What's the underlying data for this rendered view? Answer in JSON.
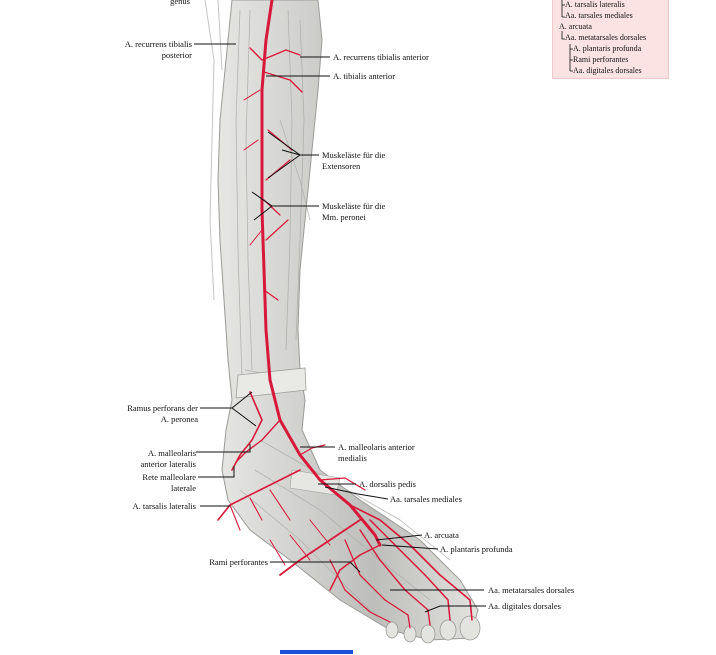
{
  "labels": {
    "genus_fragment": "genus",
    "recurrens_post": [
      "A. recurrens tibialis",
      "posterior"
    ],
    "recurrens_ant": "A. recurrens tibialis anterior",
    "tibialis_ant": "A. tibialis anterior",
    "extensoren": [
      "Muskeläste für die",
      "Extensoren"
    ],
    "peronei": [
      "Muskeläste für die",
      "Mm. peronei"
    ],
    "ramus_perforans": [
      "Ramus perforans der",
      "A. peronea"
    ],
    "malleolaris_ant_lat": [
      "A. malleolaris",
      "anterior lateralis"
    ],
    "malleolaris_ant_med": [
      "A. malleolaris anterior",
      "medialis"
    ],
    "rete_malleolare": [
      "Rete malleolare",
      "laterale"
    ],
    "dorsalis_pedis": "A. dorsalis pedis",
    "tarsales_mediales": "Aa. tarsales mediales",
    "tarsalis_lateralis": "A. tarsalis lateralis",
    "arcuata": "A. arcuata",
    "plantaris_profunda": "A. plantaris profunda",
    "rami_perforantes": "Rami perforantes",
    "metatarsales_dorsales": "Aa. metatarsales dorsales",
    "digitales_dorsales": "Aa. digitales dorsales"
  },
  "legend": [
    "A. tarsalis lateralis",
    "Aa. tarsales mediales",
    "A. arcuata",
    "Aa. metatarsales dorsales",
    "A. plantaris profunda",
    "Rami perforantes",
    "Aa. digitales dorsales"
  ],
  "colors": {
    "artery": "#d8183a",
    "artery_dark": "#a8102a",
    "bone": "#d9d9d6",
    "muscle": "#c9c9c6",
    "legend_bg": "#fbe3e3",
    "scale_bar": "#1d4fd8"
  }
}
